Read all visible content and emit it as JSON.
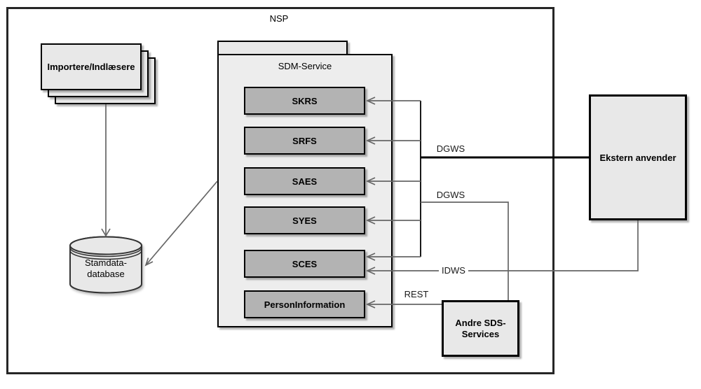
{
  "nsp": {
    "label": "NSP"
  },
  "importers": {
    "label": "Importere/Indlæsere"
  },
  "database": {
    "line1": "Stamdata-",
    "line2": "database"
  },
  "sdm": {
    "label": "SDM-Service",
    "services": [
      "SKRS",
      "SRFS",
      "SAES",
      "SYES",
      "SCES",
      "PersonInformation"
    ]
  },
  "external": {
    "label": "Ekstern anvender"
  },
  "other_services": {
    "line1": "Andre SDS-",
    "line2": "Services"
  },
  "connections": {
    "ekstern_to_services": "DGWS",
    "andre_to_services": "DGWS",
    "ekstern_to_sces": "IDWS",
    "andre_to_personinformation": "REST"
  },
  "colors": {
    "container_fill": "#e8e8e8",
    "sdm_fill": "#ededed",
    "service_fill": "#b3b3b3",
    "border": "#000000",
    "line_gray": "#666666",
    "line_black": "#000000",
    "background": "#ffffff"
  }
}
